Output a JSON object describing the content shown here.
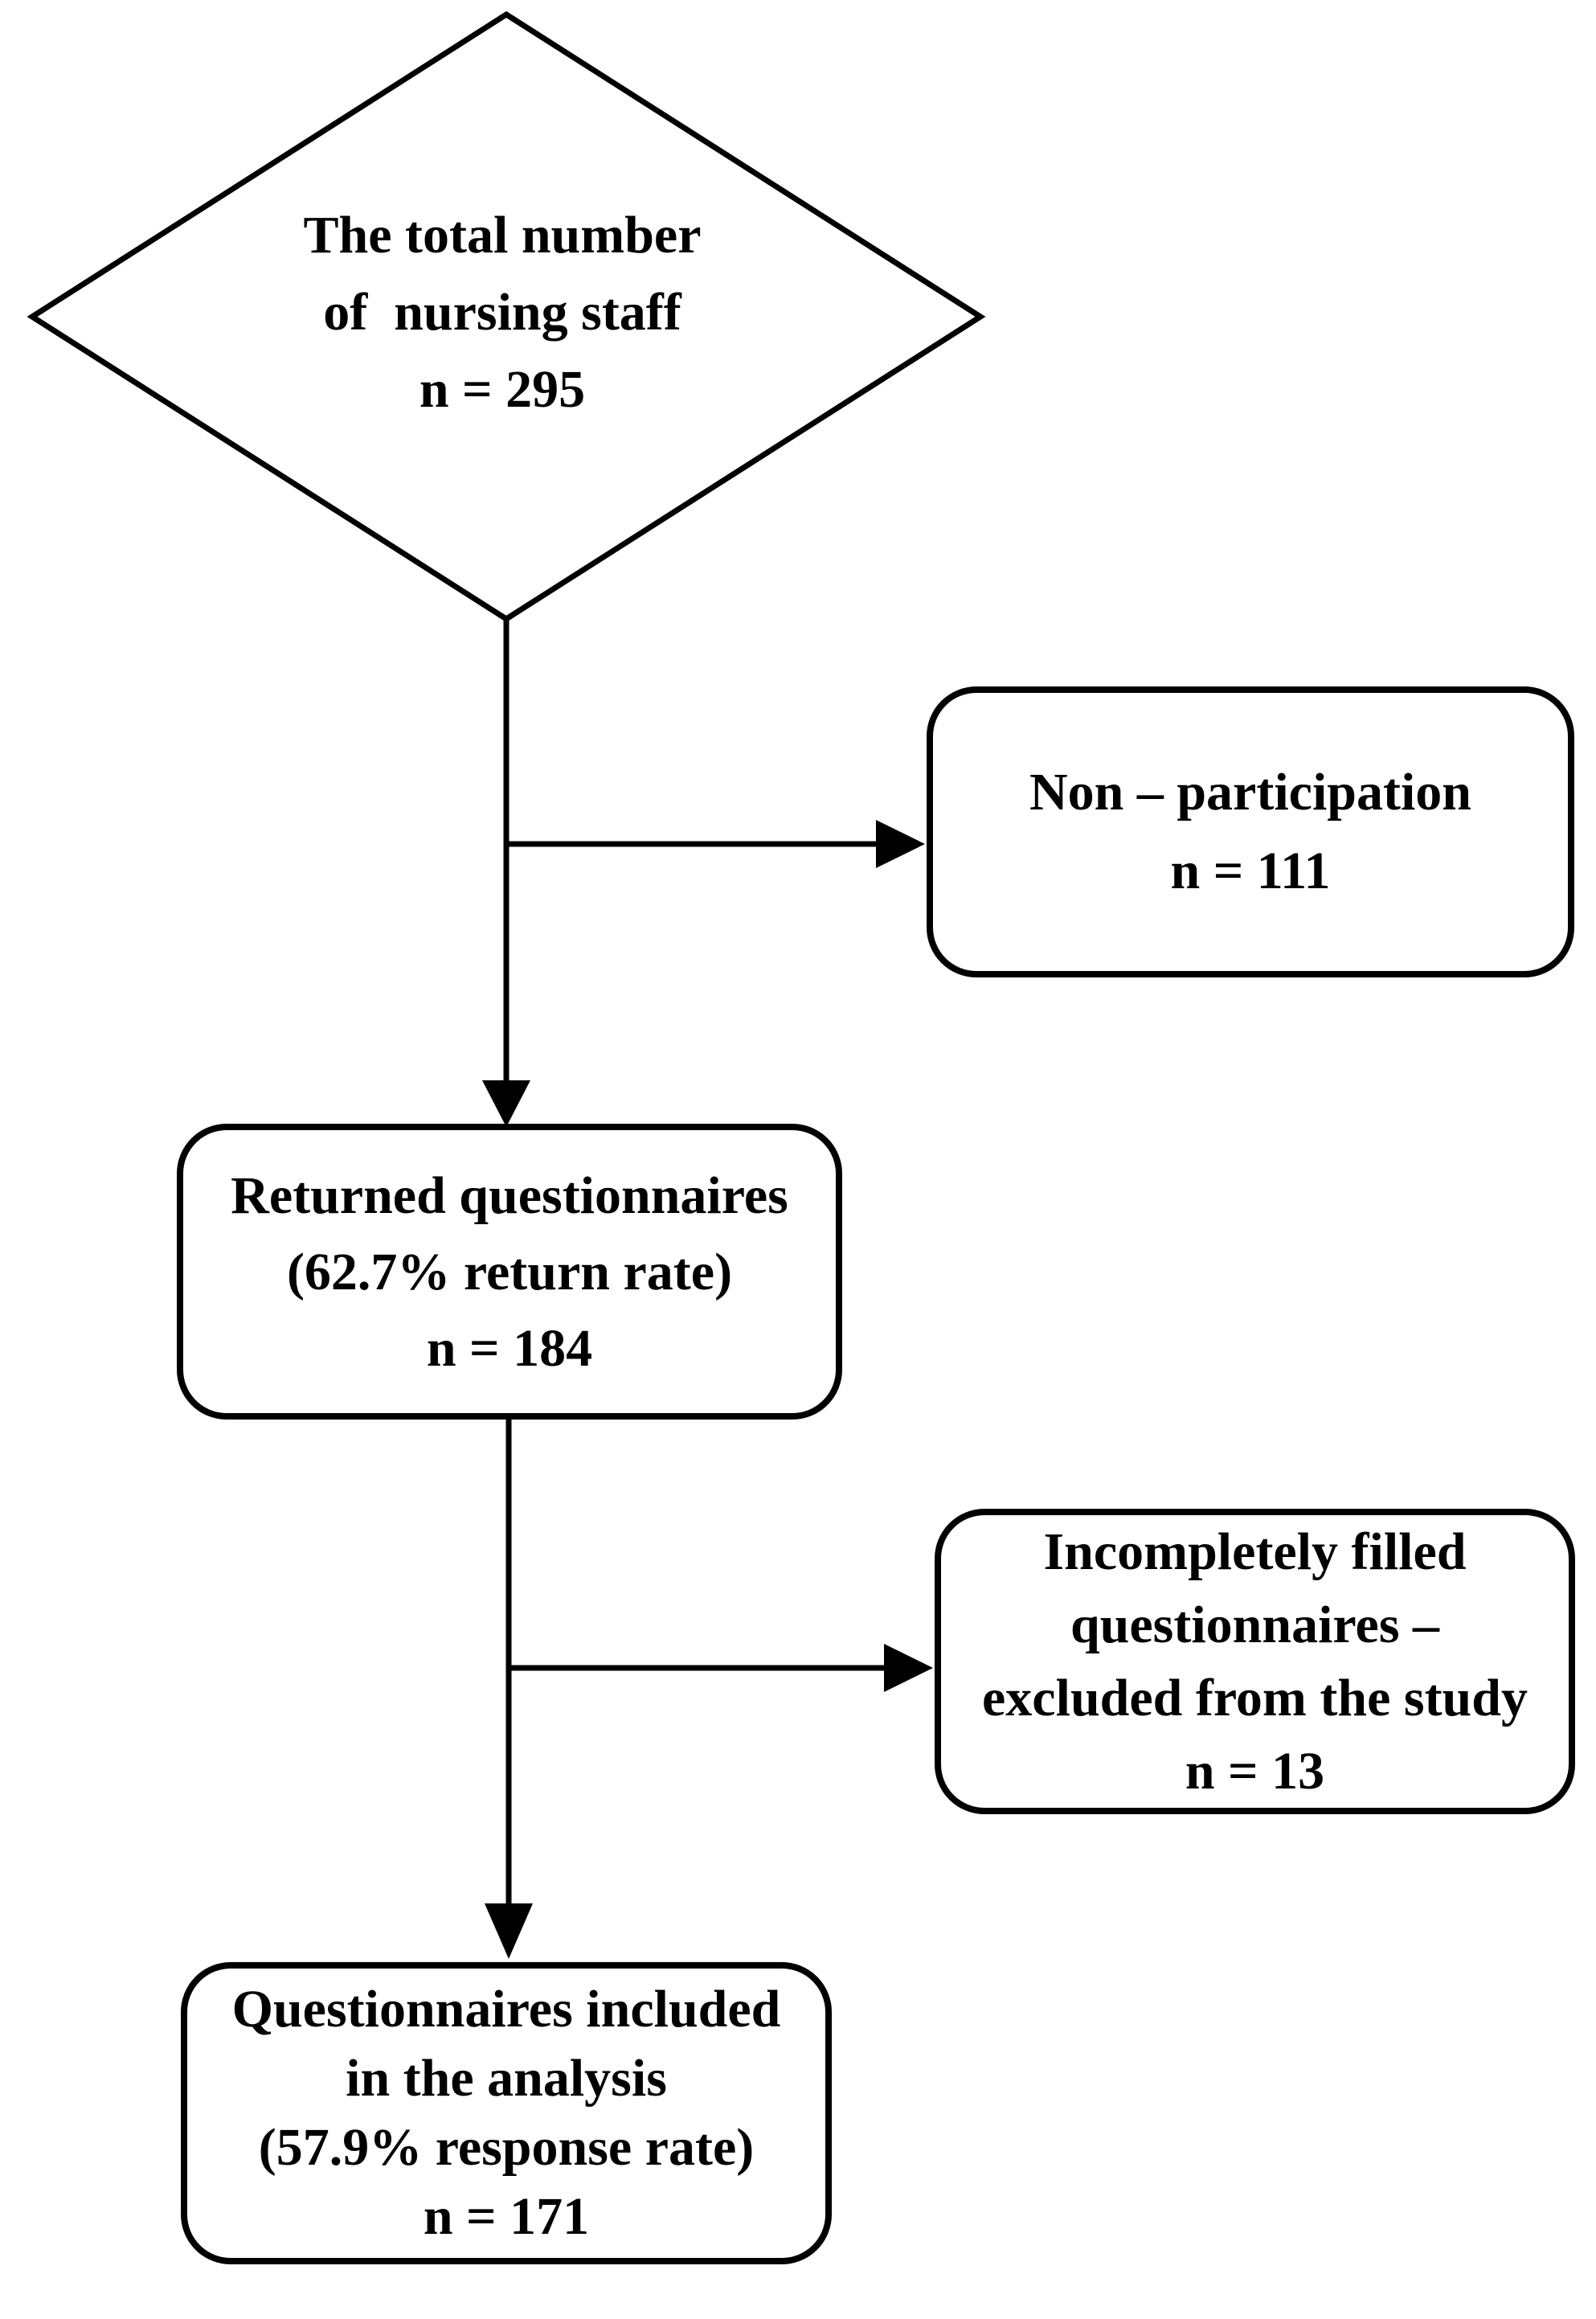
{
  "nodes": {
    "total": {
      "lines": [
        "The total number",
        "of  nursing staff",
        "n = 295"
      ]
    },
    "non_participation": {
      "lines": [
        "Non – participation",
        "n = 111"
      ]
    },
    "returned": {
      "lines": [
        "Returned questionnaires",
        "(62.7% return rate)",
        "n = 184"
      ]
    },
    "incomplete": {
      "lines": [
        "Incompletely filled",
        "questionnaires –",
        "excluded from the study",
        "n = 13"
      ]
    },
    "included": {
      "lines": [
        "Questionnaires included",
        "in the analysis",
        "(57.9% response rate)",
        "n = 171"
      ]
    }
  },
  "colors": {
    "line": "#000000",
    "text": "#000000",
    "background": "#ffffff"
  }
}
